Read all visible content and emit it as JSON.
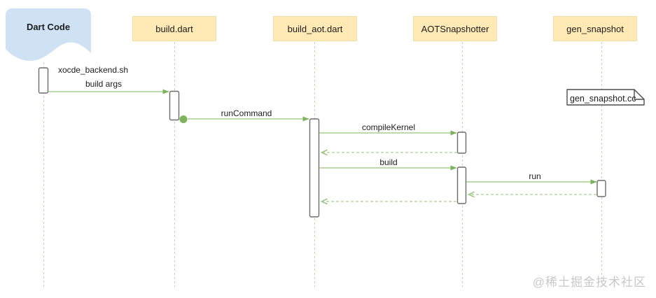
{
  "diagram": {
    "type": "uml-sequence-diagram",
    "participants": [
      {
        "label": "Dart Code",
        "shape": "wavy-box",
        "fill": "#cfe2f3"
      },
      {
        "label": "build.dart",
        "shape": "rect",
        "fill": "#ffe9b5"
      },
      {
        "label": "build_aot.dart",
        "shape": "rect",
        "fill": "#ffe9b5"
      },
      {
        "label": "AOTSnapshotter",
        "shape": "rect",
        "fill": "#ffe9b5"
      },
      {
        "label": "gen_snapshot",
        "shape": "rect",
        "fill": "#ffe9b5"
      }
    ],
    "messages": [
      {
        "from": "Dart Code",
        "to": "build.dart",
        "kind": "call",
        "lines": [
          "xocde_backend.sh",
          "build args"
        ]
      },
      {
        "from": "build.dart",
        "to": "build_aot.dart",
        "kind": "call",
        "label": "runCommand"
      },
      {
        "from": "build_aot.dart",
        "to": "AOTSnapshotter",
        "kind": "call",
        "label": "compileKernel"
      },
      {
        "from": "AOTSnapshotter",
        "to": "build_aot.dart",
        "kind": "return",
        "label": ""
      },
      {
        "from": "build_aot.dart",
        "to": "AOTSnapshotter",
        "kind": "call",
        "label": "build"
      },
      {
        "from": "AOTSnapshotter",
        "to": "gen_snapshot",
        "kind": "call",
        "label": "run"
      },
      {
        "from": "gen_snapshot",
        "to": "AOTSnapshotter",
        "kind": "return",
        "label": ""
      },
      {
        "from": "AOTSnapshotter",
        "to": "build_aot.dart",
        "kind": "return",
        "label": ""
      }
    ],
    "note": {
      "label": "gen_snapshot.cc"
    },
    "watermark": "@稀土掘金技术社区",
    "colors": {
      "participant-yellow": "#ffe9b5",
      "participant-blue": "#cfe2f3",
      "arrow-line": "#a9d18f",
      "arrow-head": "#7cb35c",
      "return-line": "#b8d8a2",
      "return-head": "#9fc783",
      "lifeline": "#c9d3c0",
      "activation-border": "#6b6b6b",
      "note-border": "#4d4d4d",
      "text": "#1c1c1c",
      "watermark": "#c8c8c8"
    }
  }
}
